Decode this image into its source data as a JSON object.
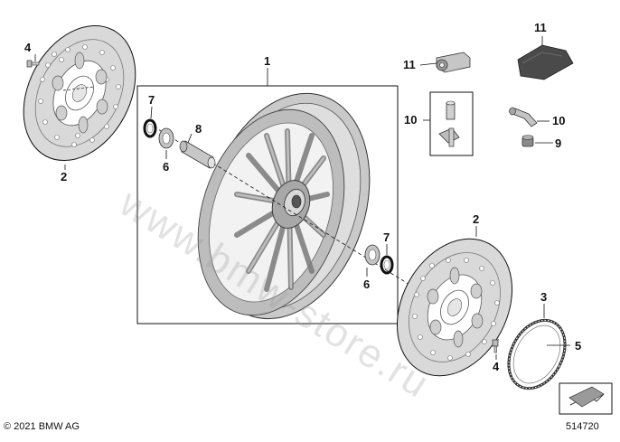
{
  "diagram": {
    "callouts": {
      "c1": "1",
      "c2_left": "2",
      "c2_right": "2",
      "c3": "3",
      "c4_left": "4",
      "c4_right": "4",
      "c5": "5",
      "c6_left": "6",
      "c6_right": "6",
      "c7_left": "7",
      "c7_right": "7",
      "c8": "8",
      "c9": "9",
      "c10_box": "10",
      "c10_right": "10",
      "c11_top": "11",
      "c11_left": "11"
    },
    "copyright": "© 2021 BMW AG",
    "diagram_number": "514720",
    "watermark": "www.bmw-store.ru"
  },
  "colors": {
    "line": "#111111",
    "part_light": "#d4d4d4",
    "part_mid": "#b9b9b9",
    "part_dark": "#6e6e6e",
    "sensor_dark": "#4a4a4a"
  }
}
